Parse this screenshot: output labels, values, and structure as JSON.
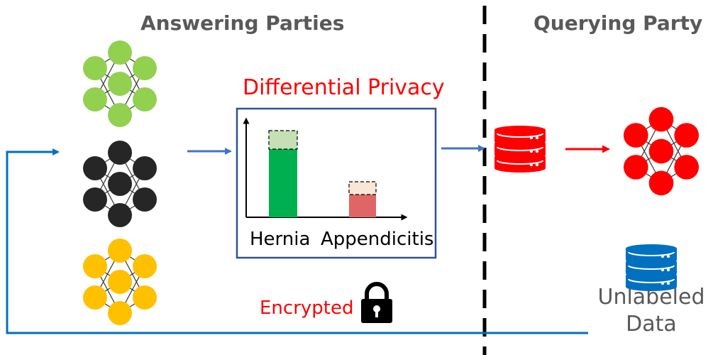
{
  "titles": {
    "answering": "Answering Parties",
    "querying": "Querying Party"
  },
  "labels": {
    "differential_privacy": "Differential Privacy",
    "encrypted": "Encrypted",
    "unlabeled_line1": "Unlabeled",
    "unlabeled_line2": "Data"
  },
  "chart": {
    "categories": [
      "Hernia",
      "Appendicitis"
    ]
  },
  "colors": {
    "green_net": "#92d050",
    "black_net": "#262626",
    "yellow_net": "#ffc000",
    "red_net": "#ff0000",
    "arrow_blue": "#4472c4",
    "feedback_blue": "#0070c0",
    "frame_navy": "#2f528f",
    "bar_green": "#00b050",
    "bar_green_noise": "#c5e0b4",
    "bar_red": "#e06666",
    "bar_red_noise": "#fbe5d6",
    "db_red": "#ff0000",
    "db_blue": "#0070c0"
  },
  "icons": [
    "neural-network-icon",
    "database-icon",
    "lock-icon"
  ]
}
